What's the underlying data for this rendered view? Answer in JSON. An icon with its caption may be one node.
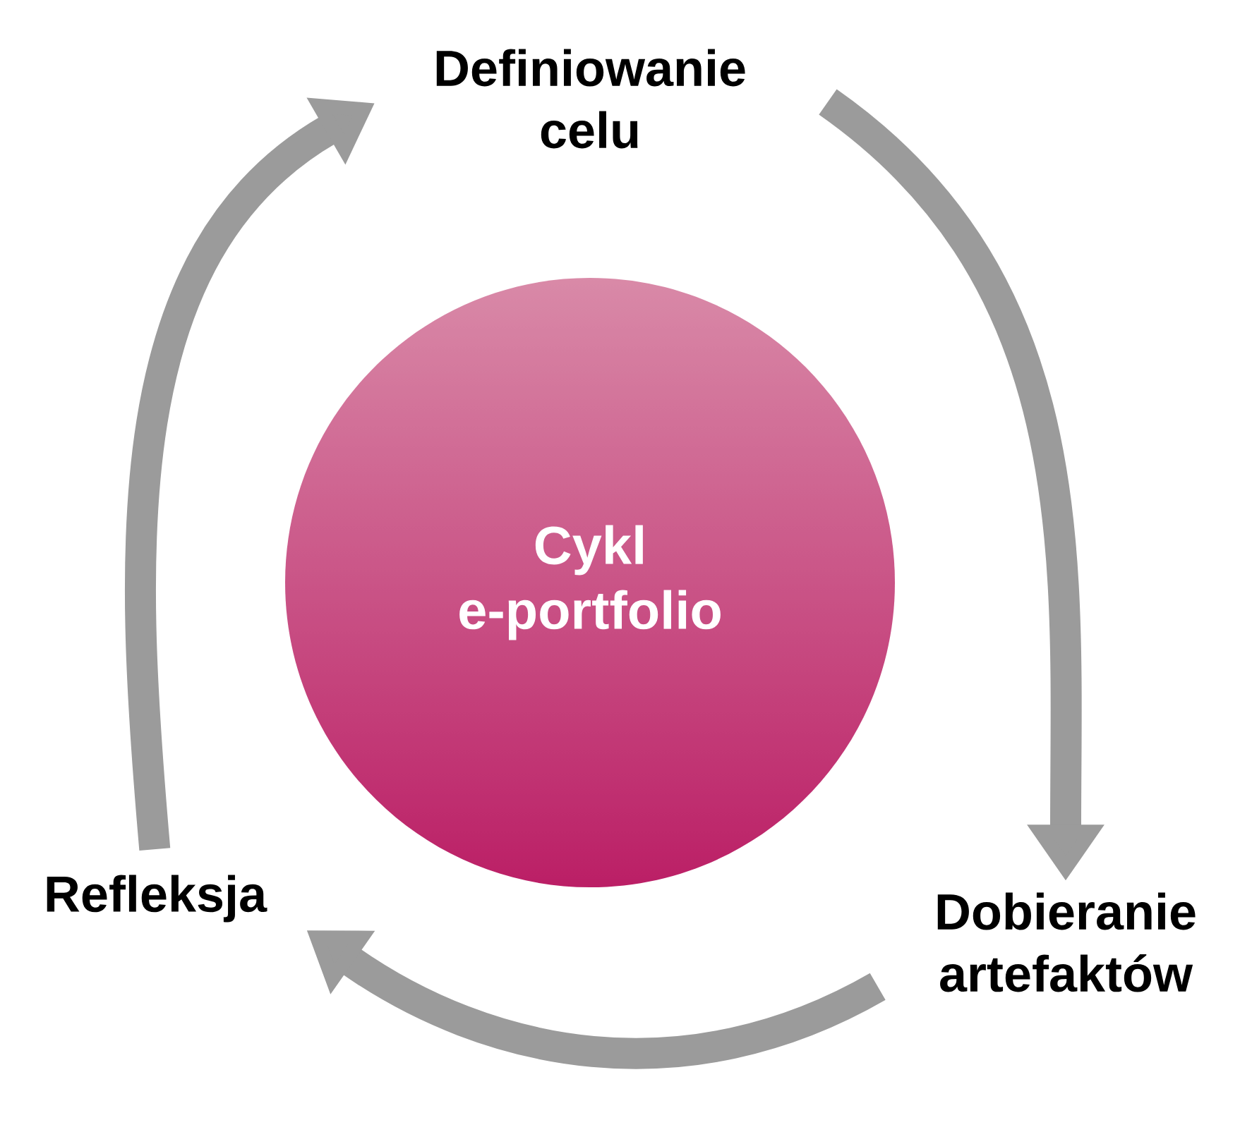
{
  "diagram": {
    "nodes": [
      {
        "text": [
          "Definiowanie celu"
        ]
      },
      {
        "text": [
          "Cykl e-portfolio"
        ]
      },
      {
        "text": [
          "Dobieranie artefaktów"
        ]
      },
      {
        "text": [
          "Refleksja"
        ]
      }
    ],
    "edges": [
      {
        "from": 0,
        "to": 2,
        "arrow": "to"
      },
      {
        "from": 2,
        "to": 3,
        "arrow": "to"
      },
      {
        "from": 3,
        "to": 0,
        "arrow": "to"
      }
    ]
  }
}
